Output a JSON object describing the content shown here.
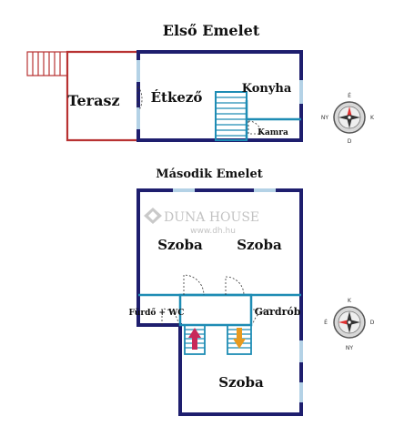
{
  "floors": {
    "first": {
      "title": "Első Emelet",
      "rooms": {
        "terrace": "Terasz",
        "dining": "Étkező",
        "kitchen": "Konyha",
        "pantry": "Kamra"
      }
    },
    "second": {
      "title": "Második Emelet",
      "rooms": {
        "room_left": "Szoba",
        "room_right": "Szoba",
        "bathroom": "Fürdő + WC",
        "wardrobe": "Gardrób",
        "room_bottom": "Szoba"
      }
    }
  },
  "watermark": {
    "brand": "DUNA HOUSE",
    "url": "www.dh.hu"
  },
  "compass": {
    "north": "É",
    "east": "K",
    "south": "D",
    "west": "NY"
  },
  "stairs": {
    "up_color": "#c8285a",
    "down_color": "#e89a1e"
  },
  "colors": {
    "wall": "#1e1e6e",
    "terrace_wall": "#b83232",
    "inner_wall": "#1e8cb4",
    "window": "#b4d2e6"
  }
}
